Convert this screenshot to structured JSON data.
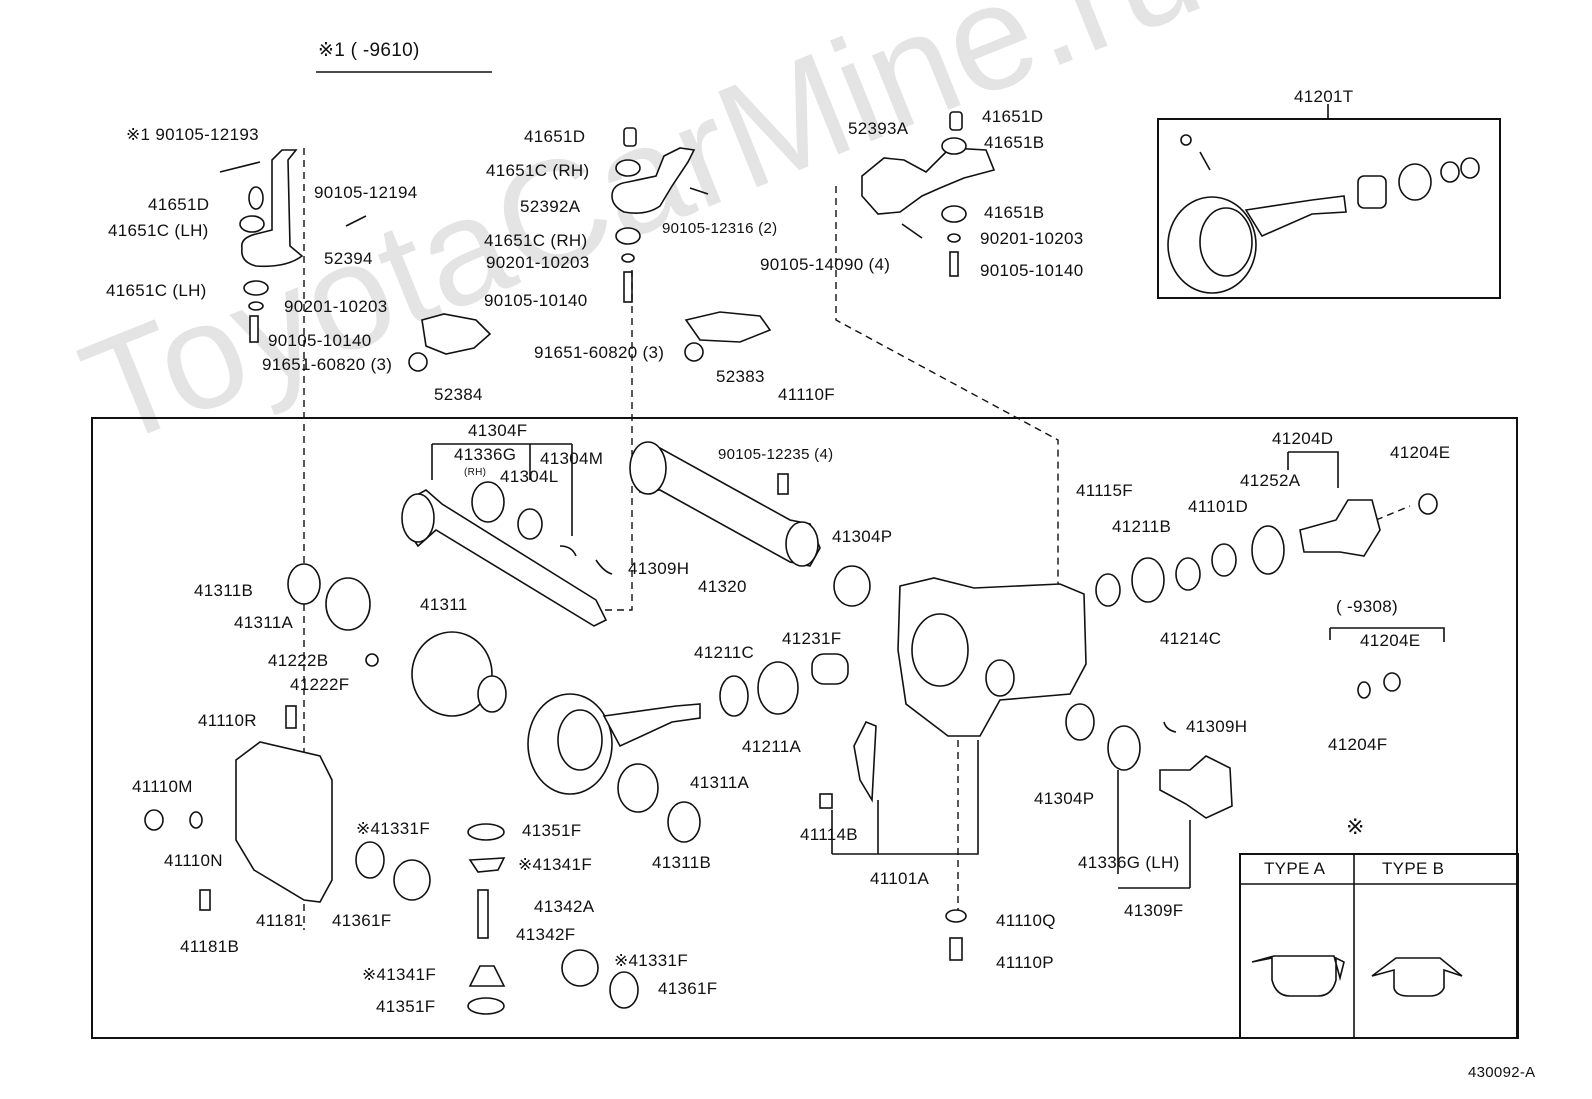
{
  "watermark": "ToyotaCarMine.ru",
  "header": {
    "note": "※1 (  -9610)"
  },
  "footer": {
    "code": "430092-A"
  },
  "type_table": {
    "marker": "※",
    "col_a": "TYPE A",
    "col_b": "TYPE B"
  },
  "labels": {
    "p90105_12193": "※1 90105-12193",
    "p90105_12194": "90105-12194",
    "p41651D_a": "41651D",
    "p41651C_LH_a": "41651C (LH)",
    "p52394": "52394",
    "p41651C_LH_b": "41651C (LH)",
    "p90201_10203_a": "90201-10203",
    "p90105_10140_a": "90105-10140",
    "p91651_60820_a": "91651-60820 (3)",
    "p52384": "52384",
    "p41651D_b": "41651D",
    "p41651C_RH_a": "41651C (RH)",
    "p52392A": "52392A",
    "p90105_12316": "90105-12316 (2)",
    "p41651C_RH_b": "41651C (RH)",
    "p90201_10203_b": "90201-10203",
    "p90105_10140_b": "90105-10140",
    "p91651_60820_b": "91651-60820 (3)",
    "p52383": "52383",
    "p52393A": "52393A",
    "p41651D_c": "41651D",
    "p41651B_a": "41651B",
    "p41651B_b": "41651B",
    "p90201_10203_c": "90201-10203",
    "p90105_14090": "90105-14090 (4)",
    "p90105_10140_c": "90105-10140",
    "p41201T": "41201T",
    "p41110F": "41110F",
    "p41304F": "41304F",
    "p41336G": "41336G",
    "p41336G_rh": "(RH)",
    "p41304M": "41304M",
    "p41304L": "41304L",
    "p90105_12235": "90105-12235 (4)",
    "p41304P_a": "41304P",
    "p41309H_a": "41309H",
    "p41320": "41320",
    "p41311B_a": "41311B",
    "p41311A_a": "41311A",
    "p41311": "41311",
    "p41222B": "41222B",
    "p41222F": "41222F",
    "p41110R": "41110R",
    "p41211C": "41211C",
    "p41231F": "41231F",
    "p41211A": "41211A",
    "p41311A_b": "41311A",
    "p41311B_b": "41311B",
    "p41110M": "41110M",
    "p41110N": "41110N",
    "p41181": "41181",
    "p41181B": "41181B",
    "p41331F_a": "※41331F",
    "p41361F_a": "41361F",
    "p41351F_a": "41351F",
    "p41341F_a": "※41341F",
    "p41342A": "41342A",
    "p41342F": "41342F",
    "p41341F_b": "※41341F",
    "p41351F_b": "41351F",
    "p41331F_b": "※41331F",
    "p41361F_b": "41361F",
    "p41114B": "41114B",
    "p41101A": "41101A",
    "p41110Q": "41110Q",
    "p41110P": "41110P",
    "p41115F": "41115F",
    "p41211B": "41211B",
    "p41101D": "41101D",
    "p41252A": "41252A",
    "p41204D": "41204D",
    "p41204E_a": "41204E",
    "p41214C": "41214C",
    "p9308": "(  -9308)",
    "p41204E_b": "41204E",
    "p41204F": "41204F",
    "p41309H_b": "41309H",
    "p41304P_b": "41304P",
    "p41336G_LH": "41336G (LH)",
    "p41309F": "41309F"
  }
}
